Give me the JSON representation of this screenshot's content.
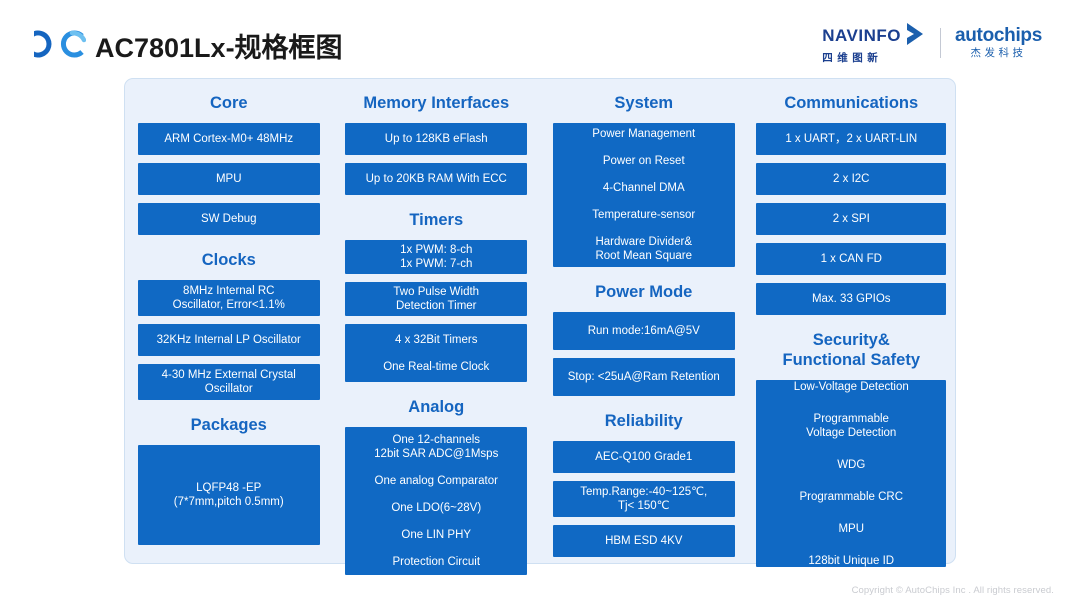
{
  "header": {
    "logo_mark": "oc-logo",
    "title": "AC7801Lx-规格框图",
    "brand_navinfo_en": "NAVINFO",
    "brand_navinfo_cn": "四维图新",
    "brand_autochips_en": "autochips",
    "brand_autochips_cn": "杰发科技"
  },
  "footer": {
    "copyright": "Copyright © AutoChips Inc . All rights reserved."
  },
  "colors": {
    "panel_bg": "#eaf1fb",
    "box_blue": "#1069c4",
    "title_blue": "#1565c0",
    "brand_blue": "#1b3f8f"
  },
  "columns": [
    {
      "sections": [
        {
          "title": "Core",
          "boxes": [
            {
              "lines": [
                "ARM Cortex-M0+ 48MHz"
              ],
              "h": 32
            },
            {
              "lines": [
                "MPU"
              ],
              "h": 32
            },
            {
              "lines": [
                "SW Debug"
              ],
              "h": 32
            }
          ]
        },
        {
          "title": "Clocks",
          "boxes": [
            {
              "lines": [
                "8MHz Internal RC",
                "Oscillator, Error<1.1%"
              ],
              "h": 36
            },
            {
              "lines": [
                "32KHz Internal LP Oscillator"
              ],
              "h": 32
            },
            {
              "lines": [
                "4-30 MHz External Crystal",
                "Oscillator"
              ],
              "h": 36
            }
          ]
        },
        {
          "title": "Packages",
          "boxes": [
            {
              "lines": [
                "LQFP48 -EP",
                "(7*7mm,pitch 0.5mm)"
              ],
              "h": 100
            }
          ]
        }
      ]
    },
    {
      "sections": [
        {
          "title": "Memory Interfaces",
          "boxes": [
            {
              "lines": [
                "Up to 128KB eFlash"
              ],
              "h": 32
            },
            {
              "lines": [
                "Up to 20KB RAM With ECC"
              ],
              "h": 32
            }
          ]
        },
        {
          "title": "Timers",
          "boxes": [
            {
              "lines": [
                "1x PWM: 8-ch",
                "1x PWM: 7-ch"
              ],
              "h": 34
            },
            {
              "lines": [
                "Two Pulse Width",
                "Detection Timer"
              ],
              "h": 34
            },
            {
              "lines": [
                "4 x 32Bit Timers",
                "One Real-time Clock"
              ],
              "h": 58,
              "spaced": true
            }
          ]
        },
        {
          "title": "Analog",
          "boxes": [
            {
              "lines": [
                "One 12-channels",
                "12bit SAR ADC@1Msps",
                "One analog Comparator",
                "One LDO(6~28V)",
                "One LIN PHY",
                "Protection Circuit"
              ],
              "h": 148,
              "grouped": true
            }
          ]
        }
      ]
    },
    {
      "sections": [
        {
          "title": "System",
          "boxes": [
            {
              "lines": [
                "Power Management",
                "Power on Reset",
                "4-Channel DMA",
                "Temperature-sensor",
                "Hardware Divider&",
                "Root Mean Square"
              ],
              "h": 144,
              "grouped2": true
            }
          ]
        },
        {
          "title": "Power Mode",
          "boxes": [
            {
              "lines": [
                "Run mode:16mA@5V"
              ],
              "h": 38
            },
            {
              "lines": [
                "Stop: <25uA@Ram Retention"
              ],
              "h": 38
            }
          ]
        },
        {
          "title": "Reliability",
          "boxes": [
            {
              "lines": [
                "AEC-Q100 Grade1"
              ],
              "h": 32
            },
            {
              "lines": [
                "Temp.Range:-40~125℃,",
                "Tj< 150℃"
              ],
              "h": 36
            },
            {
              "lines": [
                "HBM ESD  4KV"
              ],
              "h": 32
            }
          ]
        }
      ]
    },
    {
      "sections": [
        {
          "title": "Communications",
          "boxes": [
            {
              "lines": [
                "1 x UART，2 x UART-LIN"
              ],
              "h": 32
            },
            {
              "lines": [
                "2 x I2C"
              ],
              "h": 32
            },
            {
              "lines": [
                "2 x SPI"
              ],
              "h": 32
            },
            {
              "lines": [
                "1 x CAN FD"
              ],
              "h": 32
            },
            {
              "lines": [
                "Max. 33 GPIOs"
              ],
              "h": 32
            }
          ]
        },
        {
          "title": "Security&\nFunctional Safety",
          "boxes": [
            {
              "lines": [
                "Low-Voltage Detection",
                "Programmable",
                "Voltage Detection",
                "WDG",
                "Programmable CRC",
                "MPU",
                "128bit Unique ID"
              ],
              "h": 187,
              "security": true
            }
          ]
        }
      ]
    }
  ]
}
